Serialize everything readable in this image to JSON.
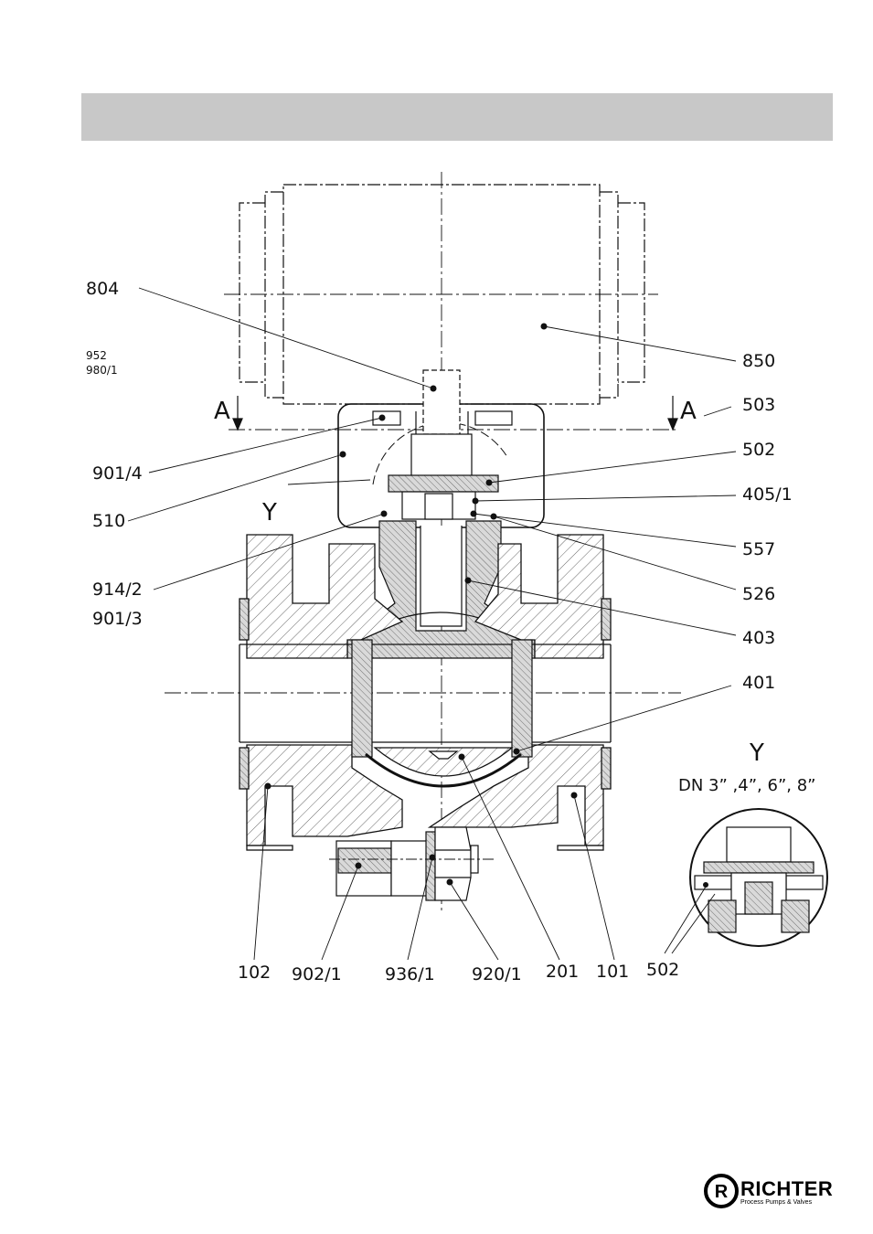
{
  "labels": {
    "804": "804",
    "952": "952",
    "980_1": "980/1",
    "850": "850",
    "A_left": "A",
    "A_right": "A",
    "503": "503",
    "901_4": "901/4",
    "502_top": "502",
    "Y_left": "Y",
    "405_1": "405/1",
    "510": "510",
    "557": "557",
    "914_2": "914/2",
    "901_3": "901/3",
    "526": "526",
    "403": "403",
    "401": "401",
    "Y_detail": "Y",
    "dn_note": "DN  3” ,4”,  6”,  8”",
    "102": "102",
    "902_1": "902/1",
    "936_1": "936/1",
    "920_1": "920/1",
    "201": "201",
    "101": "101",
    "502_bottom": "502"
  },
  "logo": {
    "name": "RICHTER",
    "tagline": "Process Pumps & Valves",
    "mark": "R"
  },
  "colors": {
    "header_bar": "#c8c8c8",
    "line": "#111111",
    "fill_section": "#bdbdbd"
  }
}
